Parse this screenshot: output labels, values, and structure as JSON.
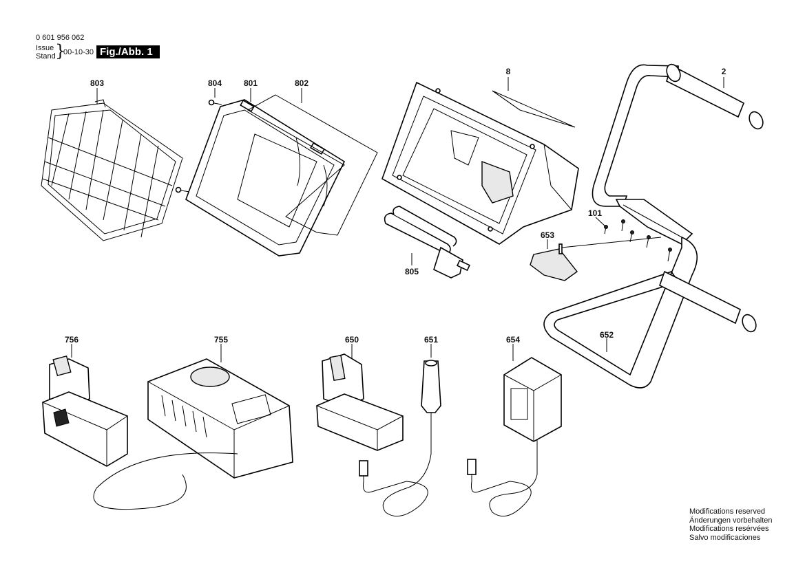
{
  "header": {
    "part_number": "0 601 956 062",
    "issue_label": "Issue",
    "stand_label": "Stand",
    "date": "00-10-30",
    "figure": "Fig./Abb. 1"
  },
  "callouts": [
    {
      "id": "803",
      "label": "803"
    },
    {
      "id": "804",
      "label": "804"
    },
    {
      "id": "801",
      "label": "801"
    },
    {
      "id": "802",
      "label": "802"
    },
    {
      "id": "8",
      "label": "8"
    },
    {
      "id": "2",
      "label": "2"
    },
    {
      "id": "101",
      "label": "101"
    },
    {
      "id": "653",
      "label": "653"
    },
    {
      "id": "805",
      "label": "805"
    },
    {
      "id": "756",
      "label": "756"
    },
    {
      "id": "755",
      "label": "755"
    },
    {
      "id": "650",
      "label": "650"
    },
    {
      "id": "651",
      "label": "651"
    },
    {
      "id": "654",
      "label": "654"
    },
    {
      "id": "652",
      "label": "652"
    }
  ],
  "notes": [
    "Modifications reserved",
    "Änderungen vorbehalten",
    "Modifications resérvées",
    "Salvo modificaciones"
  ]
}
